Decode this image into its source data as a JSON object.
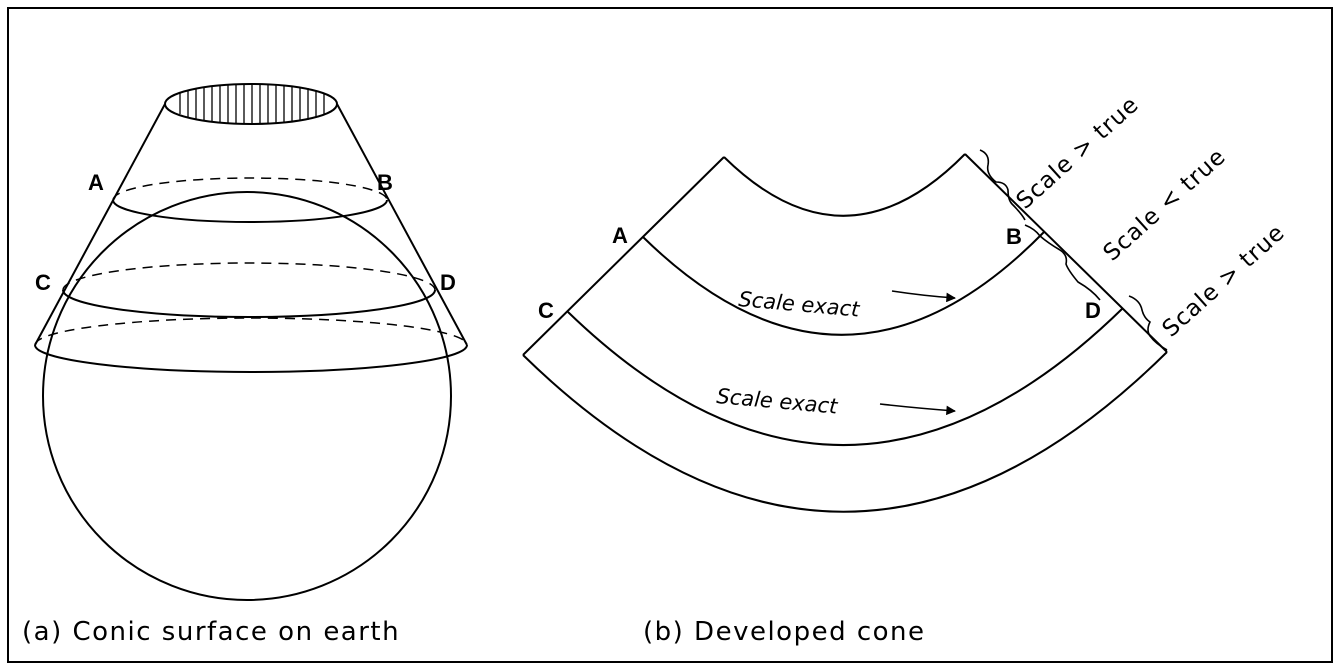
{
  "panel_a": {
    "caption": "(a) Conic surface on earth",
    "points": {
      "a": "A",
      "b": "B",
      "c": "C",
      "d": "D"
    }
  },
  "panel_b": {
    "caption": "(b) Developed cone",
    "points": {
      "a": "A",
      "b": "B",
      "c": "C",
      "d": "D"
    },
    "scale_notes": {
      "upper": "Scale exact",
      "lower": "Scale exact"
    },
    "side_labels": {
      "top": "Scale > true",
      "middle": "Scale < true",
      "bottom": "Scale > true"
    }
  }
}
